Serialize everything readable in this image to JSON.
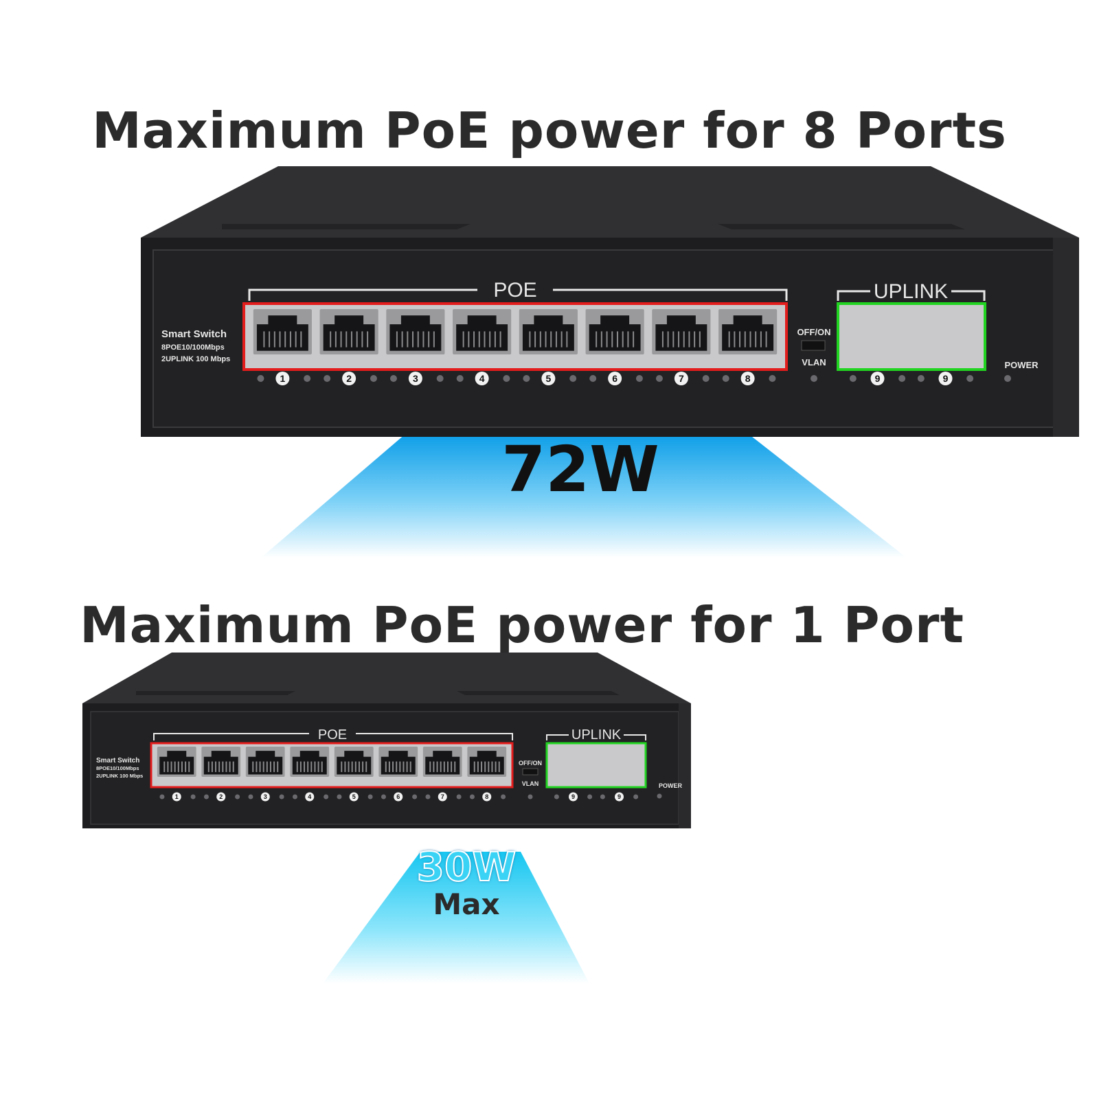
{
  "headline_top": "Maximum PoE power for 8 Ports",
  "headline_bottom": "Maximum PoE power for 1 Port",
  "power_top": "72W",
  "power_bottom": "30W",
  "power_bottom_suffix": "Max",
  "switch": {
    "model_line1": "Smart Switch",
    "model_line2": "8POE10/100Mbps",
    "model_line3": "2UPLINK 100 Mbps",
    "poe_group_label": "POE",
    "uplink_group_label": "UPLINK",
    "toggle_label_top": "OFF/ON",
    "toggle_label_bottom": "VLAN",
    "power_label": "POWER",
    "poe_port_numbers": [
      "1",
      "2",
      "3",
      "4",
      "5",
      "6",
      "7",
      "8"
    ],
    "uplink_port_numbers": [
      "9",
      "9"
    ]
  },
  "colors": {
    "poe_frame": "#e31c1c",
    "uplink_frame": "#22d422",
    "beam": "#1ea7e8"
  }
}
